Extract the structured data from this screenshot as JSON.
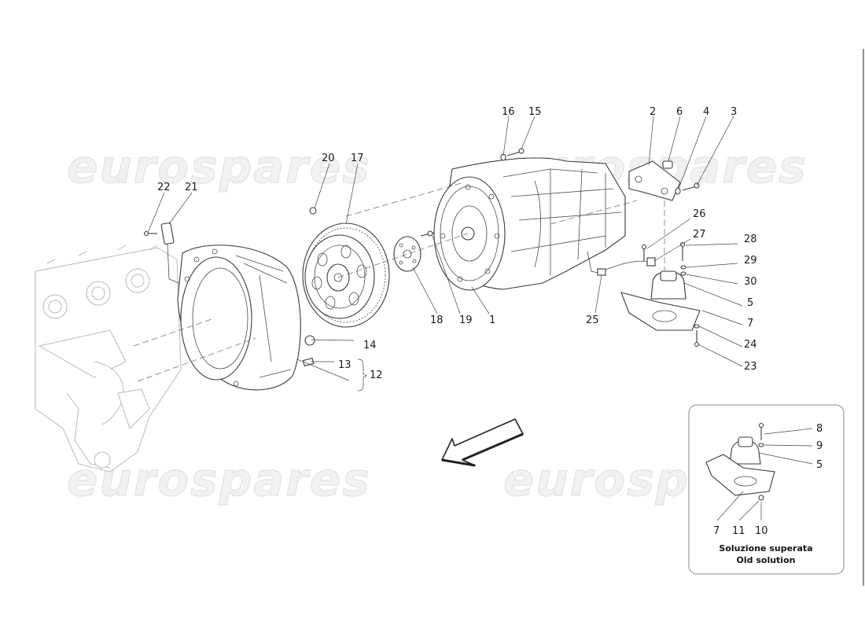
{
  "watermark": "eurospares",
  "labels": {
    "p1": "1",
    "p2": "2",
    "p3": "3",
    "p4": "4",
    "p5": "5",
    "p6": "6",
    "p7": "7",
    "p12": "12",
    "p13": "13",
    "p14": "14",
    "p15": "15",
    "p16": "16",
    "p17": "17",
    "p18": "18",
    "p19": "19",
    "p20": "20",
    "p21": "21",
    "p22": "22",
    "p23": "23",
    "p24": "24",
    "p25": "25",
    "p26": "26",
    "p27": "27",
    "p28": "28",
    "p29": "29",
    "p30": "30"
  },
  "inset": {
    "labels": {
      "p8": "8",
      "p9": "9",
      "p5": "5",
      "p7": "7",
      "p11": "11",
      "p10": "10"
    },
    "caption_it": "Soluzione superata",
    "caption_en": "Old solution"
  }
}
